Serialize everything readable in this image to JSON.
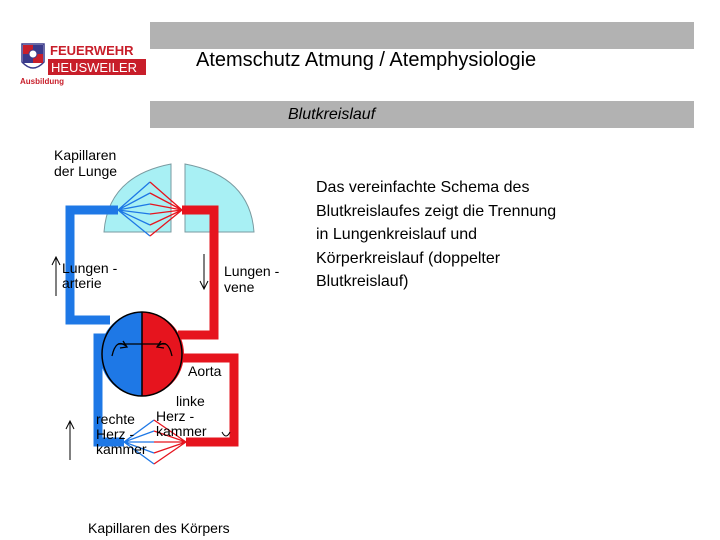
{
  "header": {
    "title": "Atemschutz   Atmung / Atemphysiologie",
    "subtitle": "Blutkreislauf"
  },
  "logo": {
    "line1": "FEUERWEHR",
    "line2": "HEUSWEILER",
    "line3": "Ausbildung"
  },
  "content": {
    "lines": [
      "Das vereinfachte Schema des",
      "Blutkreislaufes zeigt die Trennung",
      "in Lungenkreislauf und",
      "Körperkreislauf (doppelter",
      "Blutkreislauf)"
    ]
  },
  "diagram": {
    "labels": {
      "lung_cap_1": "Kapillaren",
      "lung_cap_2": "der Lunge",
      "lung_artery_1": "Lungen -",
      "lung_artery_2": "arterie",
      "lung_vein_1": "Lungen -",
      "lung_vein_2": "vene",
      "aorta": "Aorta",
      "left_1": "linke",
      "left_2": "Herz -",
      "left_3": "kammer",
      "right_1": "rechte",
      "right_2": "Herz -",
      "right_3": "kammer",
      "body_cap": "Kapillaren des Körpers"
    },
    "colors": {
      "oxygen_poor": "#1e78e6",
      "oxygen_rich": "#e6141e",
      "lung_fill": "#a8f0f4",
      "banner": "#b2b2b2"
    }
  }
}
